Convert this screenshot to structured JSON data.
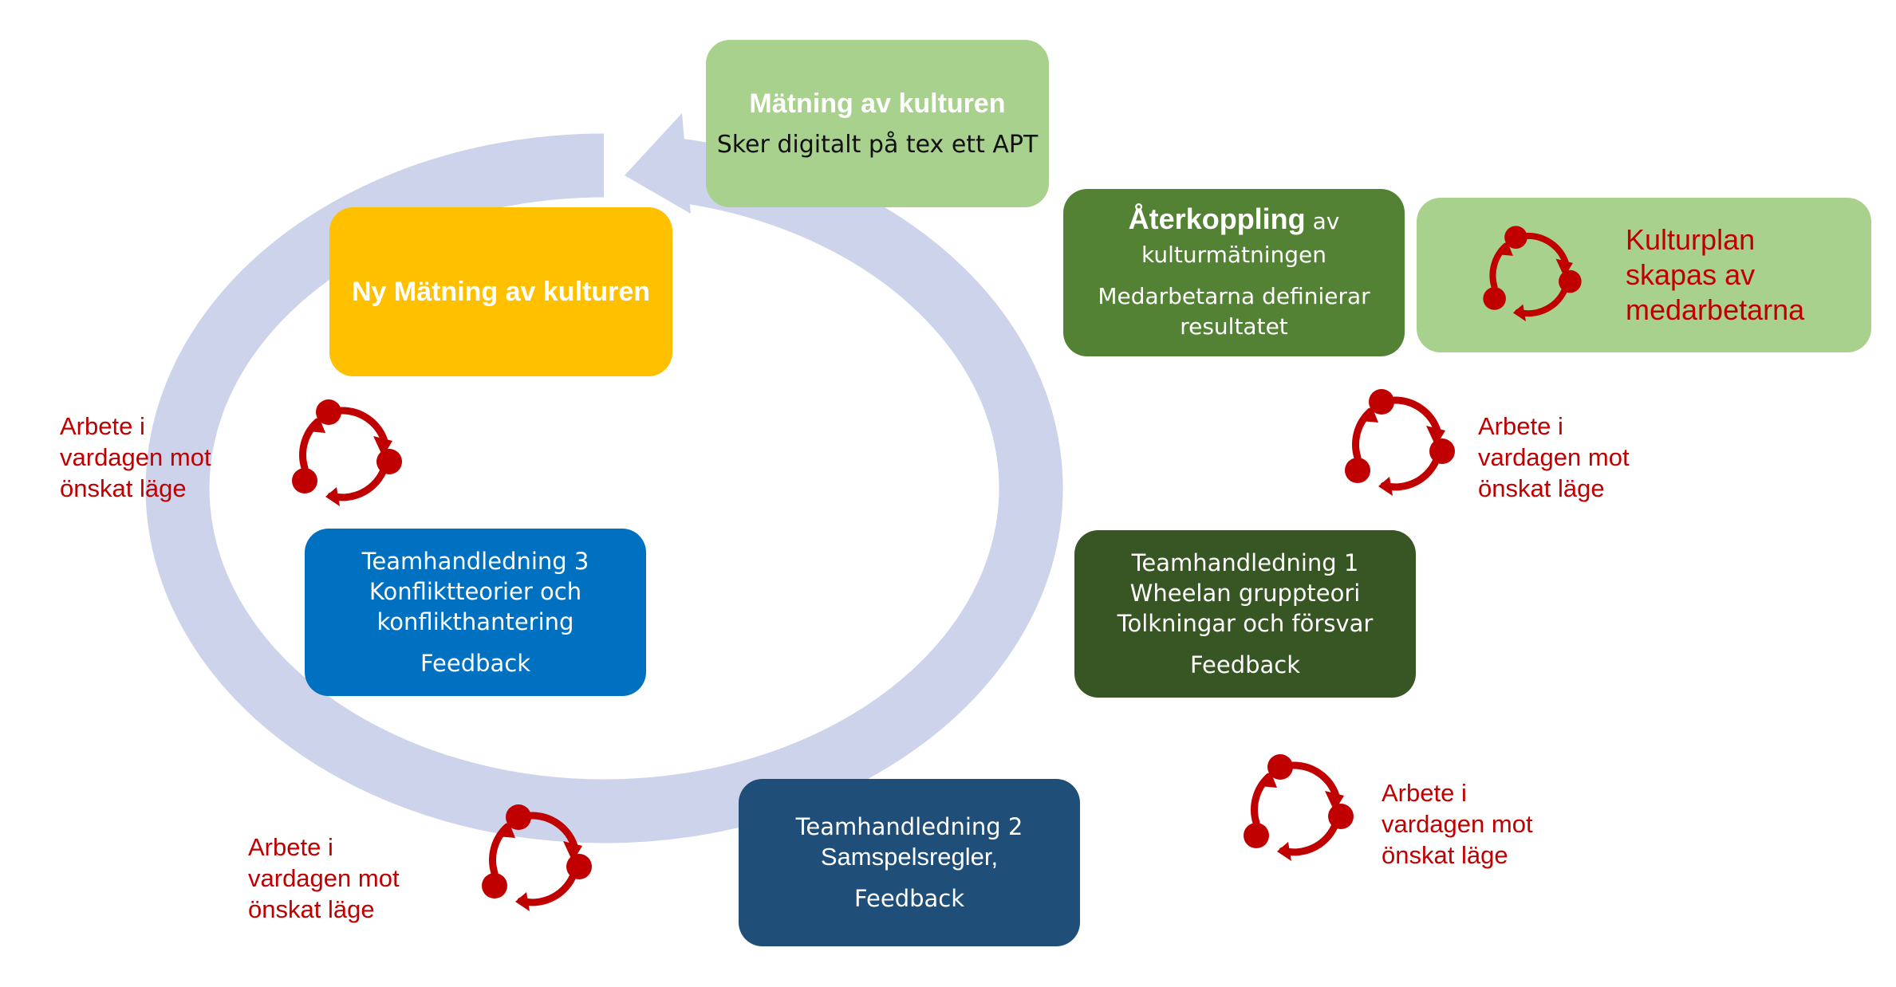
{
  "colors": {
    "ring": "#ccd3ea",
    "accent_red": "#c00000",
    "light_green": "#a9d18e",
    "mid_green": "#548235",
    "dark_green": "#375623",
    "yellow": "#ffc000",
    "blue": "#0070c0",
    "navy": "#1f4e79"
  },
  "cycle_icon": "cycle-arrows-icon",
  "matning": {
    "title": "Mätning av kulturen",
    "subtitle": "Sker digitalt på tex ett APT"
  },
  "aterkoppling": {
    "title_bold": "Återkoppling",
    "title_rest": " av",
    "title_line2": "kulturmätningen",
    "desc_line1": "Medarbetarna definierar",
    "desc_line2": "resultatet"
  },
  "kulturplan": {
    "line1": "Kulturplan",
    "line2": "skapas av",
    "line3": "medarbetarna"
  },
  "ny_matning": {
    "title": "Ny Mätning av kulturen"
  },
  "team1": {
    "title": "Teamhandledning 1",
    "line1": "Wheelan gruppteori",
    "line2": "Tolkningar och försvar",
    "feedback": "Feedback"
  },
  "team2": {
    "title": "Teamhandledning 2",
    "line1": "Samspelsregler,",
    "feedback": "Feedback"
  },
  "team3": {
    "title": "Teamhandledning 3",
    "line1": "Konfliktteorier och",
    "line2": "konflikthantering",
    "feedback": "Feedback"
  },
  "arbete_note": {
    "line1": "Arbete i",
    "line2": "vardagen mot",
    "line3": "önskat läge"
  }
}
